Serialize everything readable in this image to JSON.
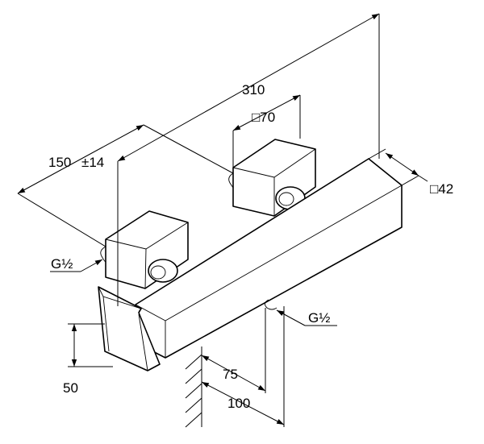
{
  "figure": {
    "dimensions": {
      "overall_length": "310",
      "escutcheon_size": "□70",
      "center_distance": "150",
      "center_tolerance": "±14",
      "bar_section": "□42",
      "thread_left": "G½",
      "thread_bottom": "G½",
      "spout_height": "50",
      "wall_offset_75": "75",
      "wall_offset_100": "100"
    }
  }
}
